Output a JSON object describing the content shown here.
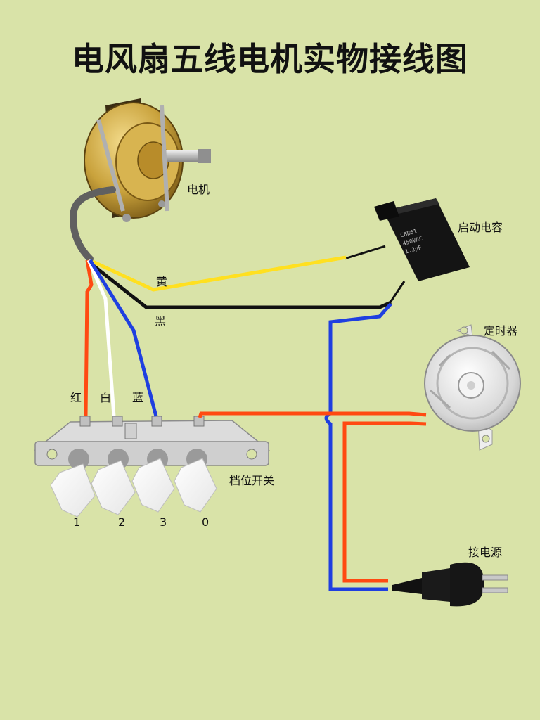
{
  "title": "电风扇五线电机实物接线图",
  "labels": {
    "motor": "电机",
    "capacitor": "启动电容",
    "timer": "定时器",
    "switch": "档位开关",
    "power": "接电源",
    "wire_yellow": "黄",
    "wire_black": "黑",
    "wire_red": "红",
    "wire_white": "白",
    "wire_blue": "蓝"
  },
  "switch_positions": [
    "1",
    "2",
    "3",
    "0"
  ],
  "capacitor_markings": [
    "CBB61",
    "450VAC",
    "1.2μF"
  ],
  "colors": {
    "background": "#d9e3a8",
    "red_wire": "#ff4a12",
    "blue_wire": "#1f3fe0",
    "yellow_wire": "#ffe020",
    "black_wire": "#111111",
    "white_wire": "#ffffff",
    "motor_gold": "#c9a23c"
  }
}
